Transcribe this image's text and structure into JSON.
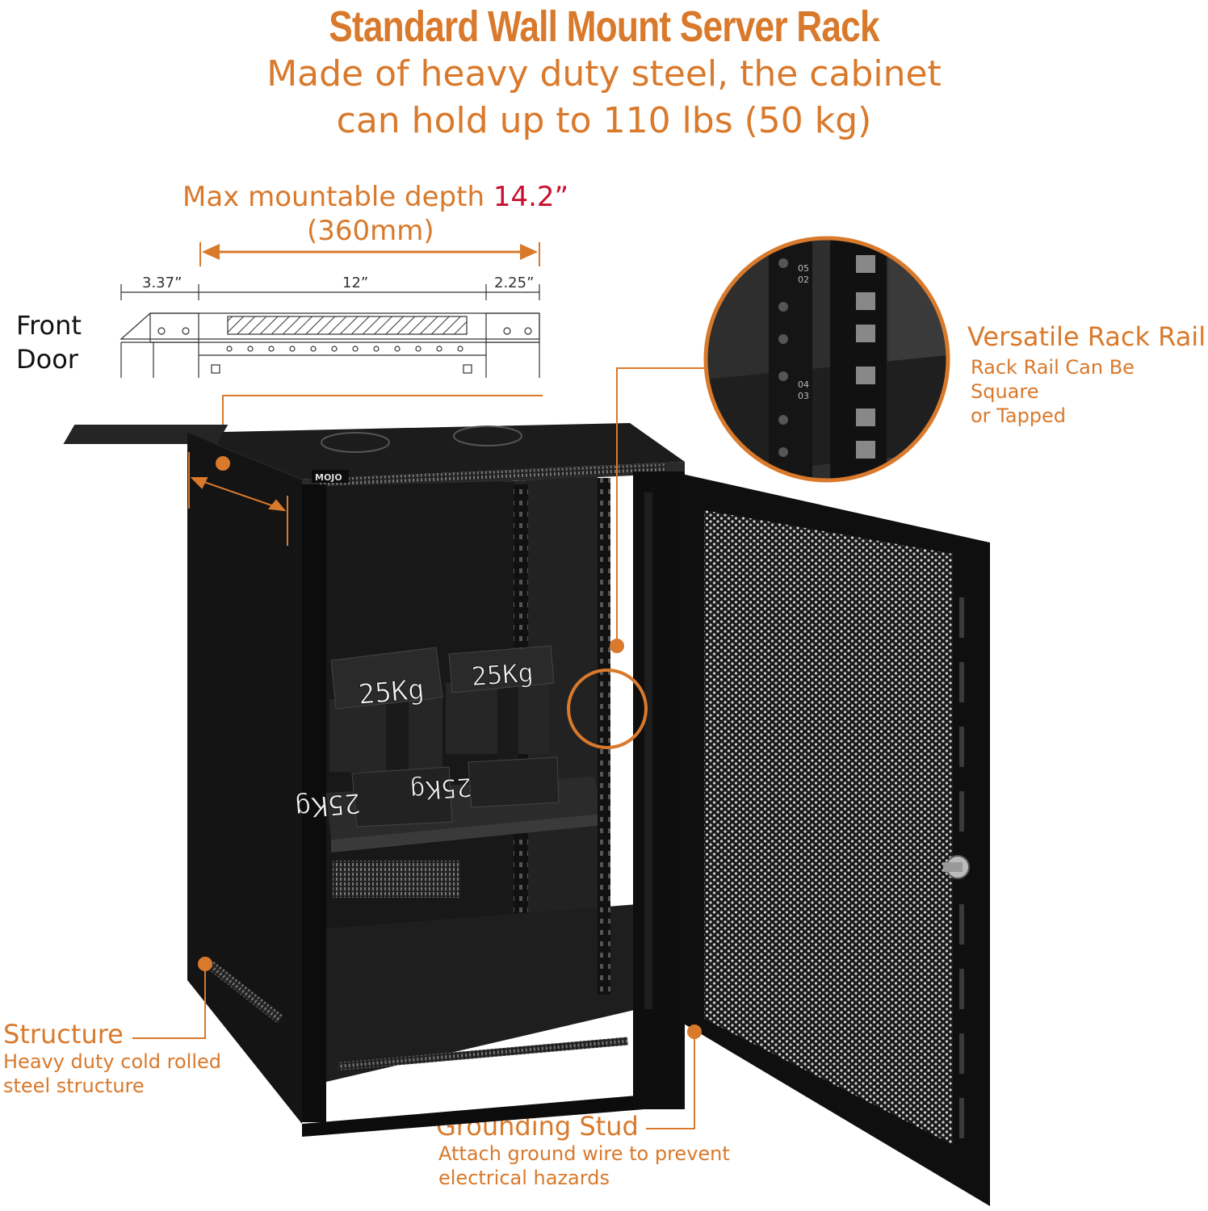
{
  "title": "Standard Wall Mount Server Rack",
  "subtitle_line1": "Made of heavy duty steel, the cabinet",
  "subtitle_line2": "can hold up to 110 lbs (50 kg)",
  "depth": {
    "label": "Max mountable depth",
    "value": "14.2”",
    "metric": "(360mm)"
  },
  "dimensions": {
    "front_gap": "3.37”",
    "middle": "12”",
    "rear_gap": "2.25”"
  },
  "front_door_line1": "Front",
  "front_door_line2": "Door",
  "rack_rail": {
    "title": "Versatile Rack Rail",
    "desc_line1": "Rack Rail Can Be Square",
    "desc_line2": "or Tapped"
  },
  "structure": {
    "title": "Structure",
    "desc_line1": "Heavy duty cold rolled",
    "desc_line2": "steel structure"
  },
  "grounding": {
    "title": "Grounding Stud",
    "desc_line1": "Attach ground wire to prevent",
    "desc_line2": "electrical hazards"
  },
  "weights": [
    "25Kg",
    "25Kg",
    "25Kg",
    "25Kg"
  ],
  "brand": "MOJO",
  "rail_marks": [
    "05",
    "02",
    "04",
    "03"
  ],
  "colors": {
    "accent": "#d9792b",
    "highlight_red": "#c8102e",
    "cabinet": "#111111"
  }
}
